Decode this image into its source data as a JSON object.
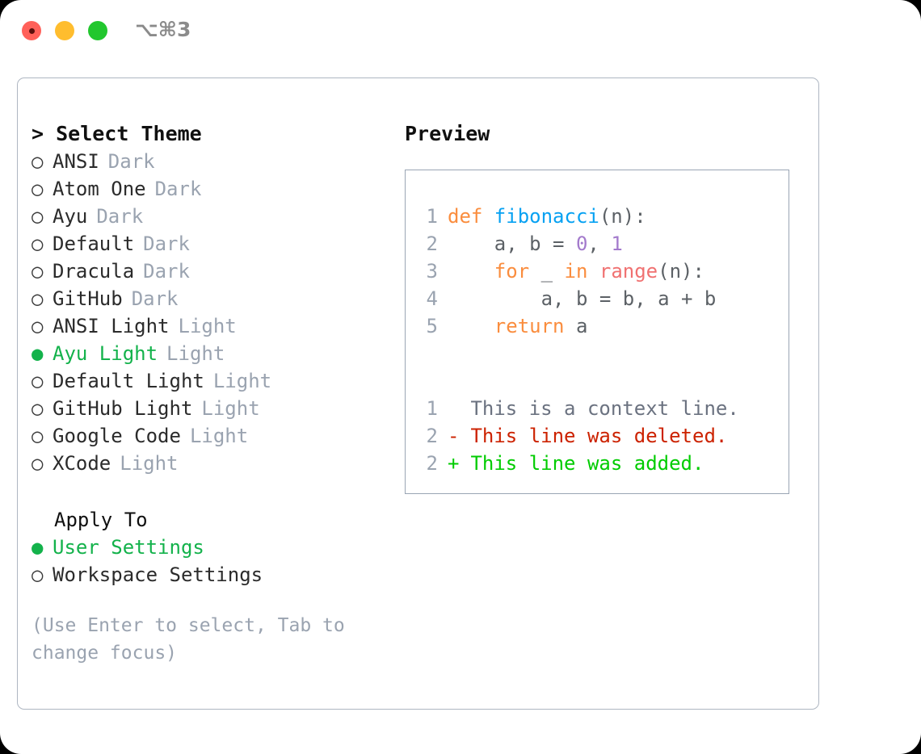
{
  "window": {
    "title_shortcut": "⌥⌘3",
    "traffic_lights": [
      {
        "name": "close",
        "color": "#FF6059"
      },
      {
        "name": "minimize",
        "color": "#FFBD2E"
      },
      {
        "name": "zoom",
        "color": "#22C72E"
      }
    ]
  },
  "theme_panel": {
    "header": "> Select Theme",
    "items": [
      {
        "marker": "○",
        "name": "ANSI",
        "tag": "Dark",
        "selected": false
      },
      {
        "marker": "○",
        "name": "Atom One",
        "tag": "Dark",
        "selected": false
      },
      {
        "marker": "○",
        "name": "Ayu",
        "tag": "Dark",
        "selected": false
      },
      {
        "marker": "○",
        "name": "Default",
        "tag": "Dark",
        "selected": false
      },
      {
        "marker": "○",
        "name": "Dracula",
        "tag": "Dark",
        "selected": false
      },
      {
        "marker": "○",
        "name": "GitHub",
        "tag": "Dark",
        "selected": false
      },
      {
        "marker": "○",
        "name": "ANSI Light",
        "tag": "Light",
        "selected": false
      },
      {
        "marker": "●",
        "name": "Ayu Light",
        "tag": "Light",
        "selected": true
      },
      {
        "marker": "○",
        "name": "Default Light",
        "tag": "Light",
        "selected": false
      },
      {
        "marker": "○",
        "name": "GitHub Light",
        "tag": "Light",
        "selected": false
      },
      {
        "marker": "○",
        "name": "Google Code",
        "tag": "Light",
        "selected": false
      },
      {
        "marker": "○",
        "name": "XCode",
        "tag": "Light",
        "selected": false
      }
    ]
  },
  "apply_to": {
    "header": "Apply To",
    "options": [
      {
        "marker": "●",
        "name": "User Settings",
        "selected": true
      },
      {
        "marker": "○",
        "name": "Workspace Settings",
        "selected": false
      }
    ]
  },
  "hint": "(Use Enter to select, Tab to change focus)",
  "preview": {
    "title": "Preview",
    "code_lines": [
      {
        "lineno": "1",
        "tokens": [
          {
            "text": "def ",
            "type": "kw"
          },
          {
            "text": "fibonacci",
            "type": "fn"
          },
          {
            "text": "(n):",
            "type": "plain"
          }
        ]
      },
      {
        "lineno": "2",
        "tokens": [
          {
            "text": "    a, b = ",
            "type": "plain"
          },
          {
            "text": "0",
            "type": "num"
          },
          {
            "text": ", ",
            "type": "plain"
          },
          {
            "text": "1",
            "type": "num"
          }
        ]
      },
      {
        "lineno": "3",
        "tokens": [
          {
            "text": "    ",
            "type": "plain"
          },
          {
            "text": "for",
            "type": "kw"
          },
          {
            "text": " _ ",
            "type": "plain"
          },
          {
            "text": "in",
            "type": "kw"
          },
          {
            "text": " ",
            "type": "plain"
          },
          {
            "text": "range",
            "type": "built"
          },
          {
            "text": "(n):",
            "type": "plain"
          }
        ]
      },
      {
        "lineno": "4",
        "tokens": [
          {
            "text": "        a, b = b, a + b",
            "type": "plain"
          }
        ]
      },
      {
        "lineno": "5",
        "tokens": [
          {
            "text": "    ",
            "type": "plain"
          },
          {
            "text": "return",
            "type": "kw"
          },
          {
            "text": " a",
            "type": "plain"
          }
        ]
      }
    ],
    "diff_lines": [
      {
        "lineno": "1",
        "marker": " ",
        "text": "This is a context line.",
        "kind": "ctx"
      },
      {
        "lineno": "2",
        "marker": "-",
        "text": "This line was deleted.",
        "kind": "del"
      },
      {
        "lineno": "2",
        "marker": "+",
        "text": "This line was added.",
        "kind": "add"
      }
    ]
  },
  "colors": {
    "accent_green": "#13B24B",
    "muted_gray": "#9aa3b0",
    "border": "#aeb6c2",
    "keyword": "#FA8D3E",
    "function": "#06A1F2",
    "number": "#A37ACC",
    "builtin": "#F07171",
    "diff_deleted": "#CC2200",
    "diff_added": "#00CC00"
  }
}
